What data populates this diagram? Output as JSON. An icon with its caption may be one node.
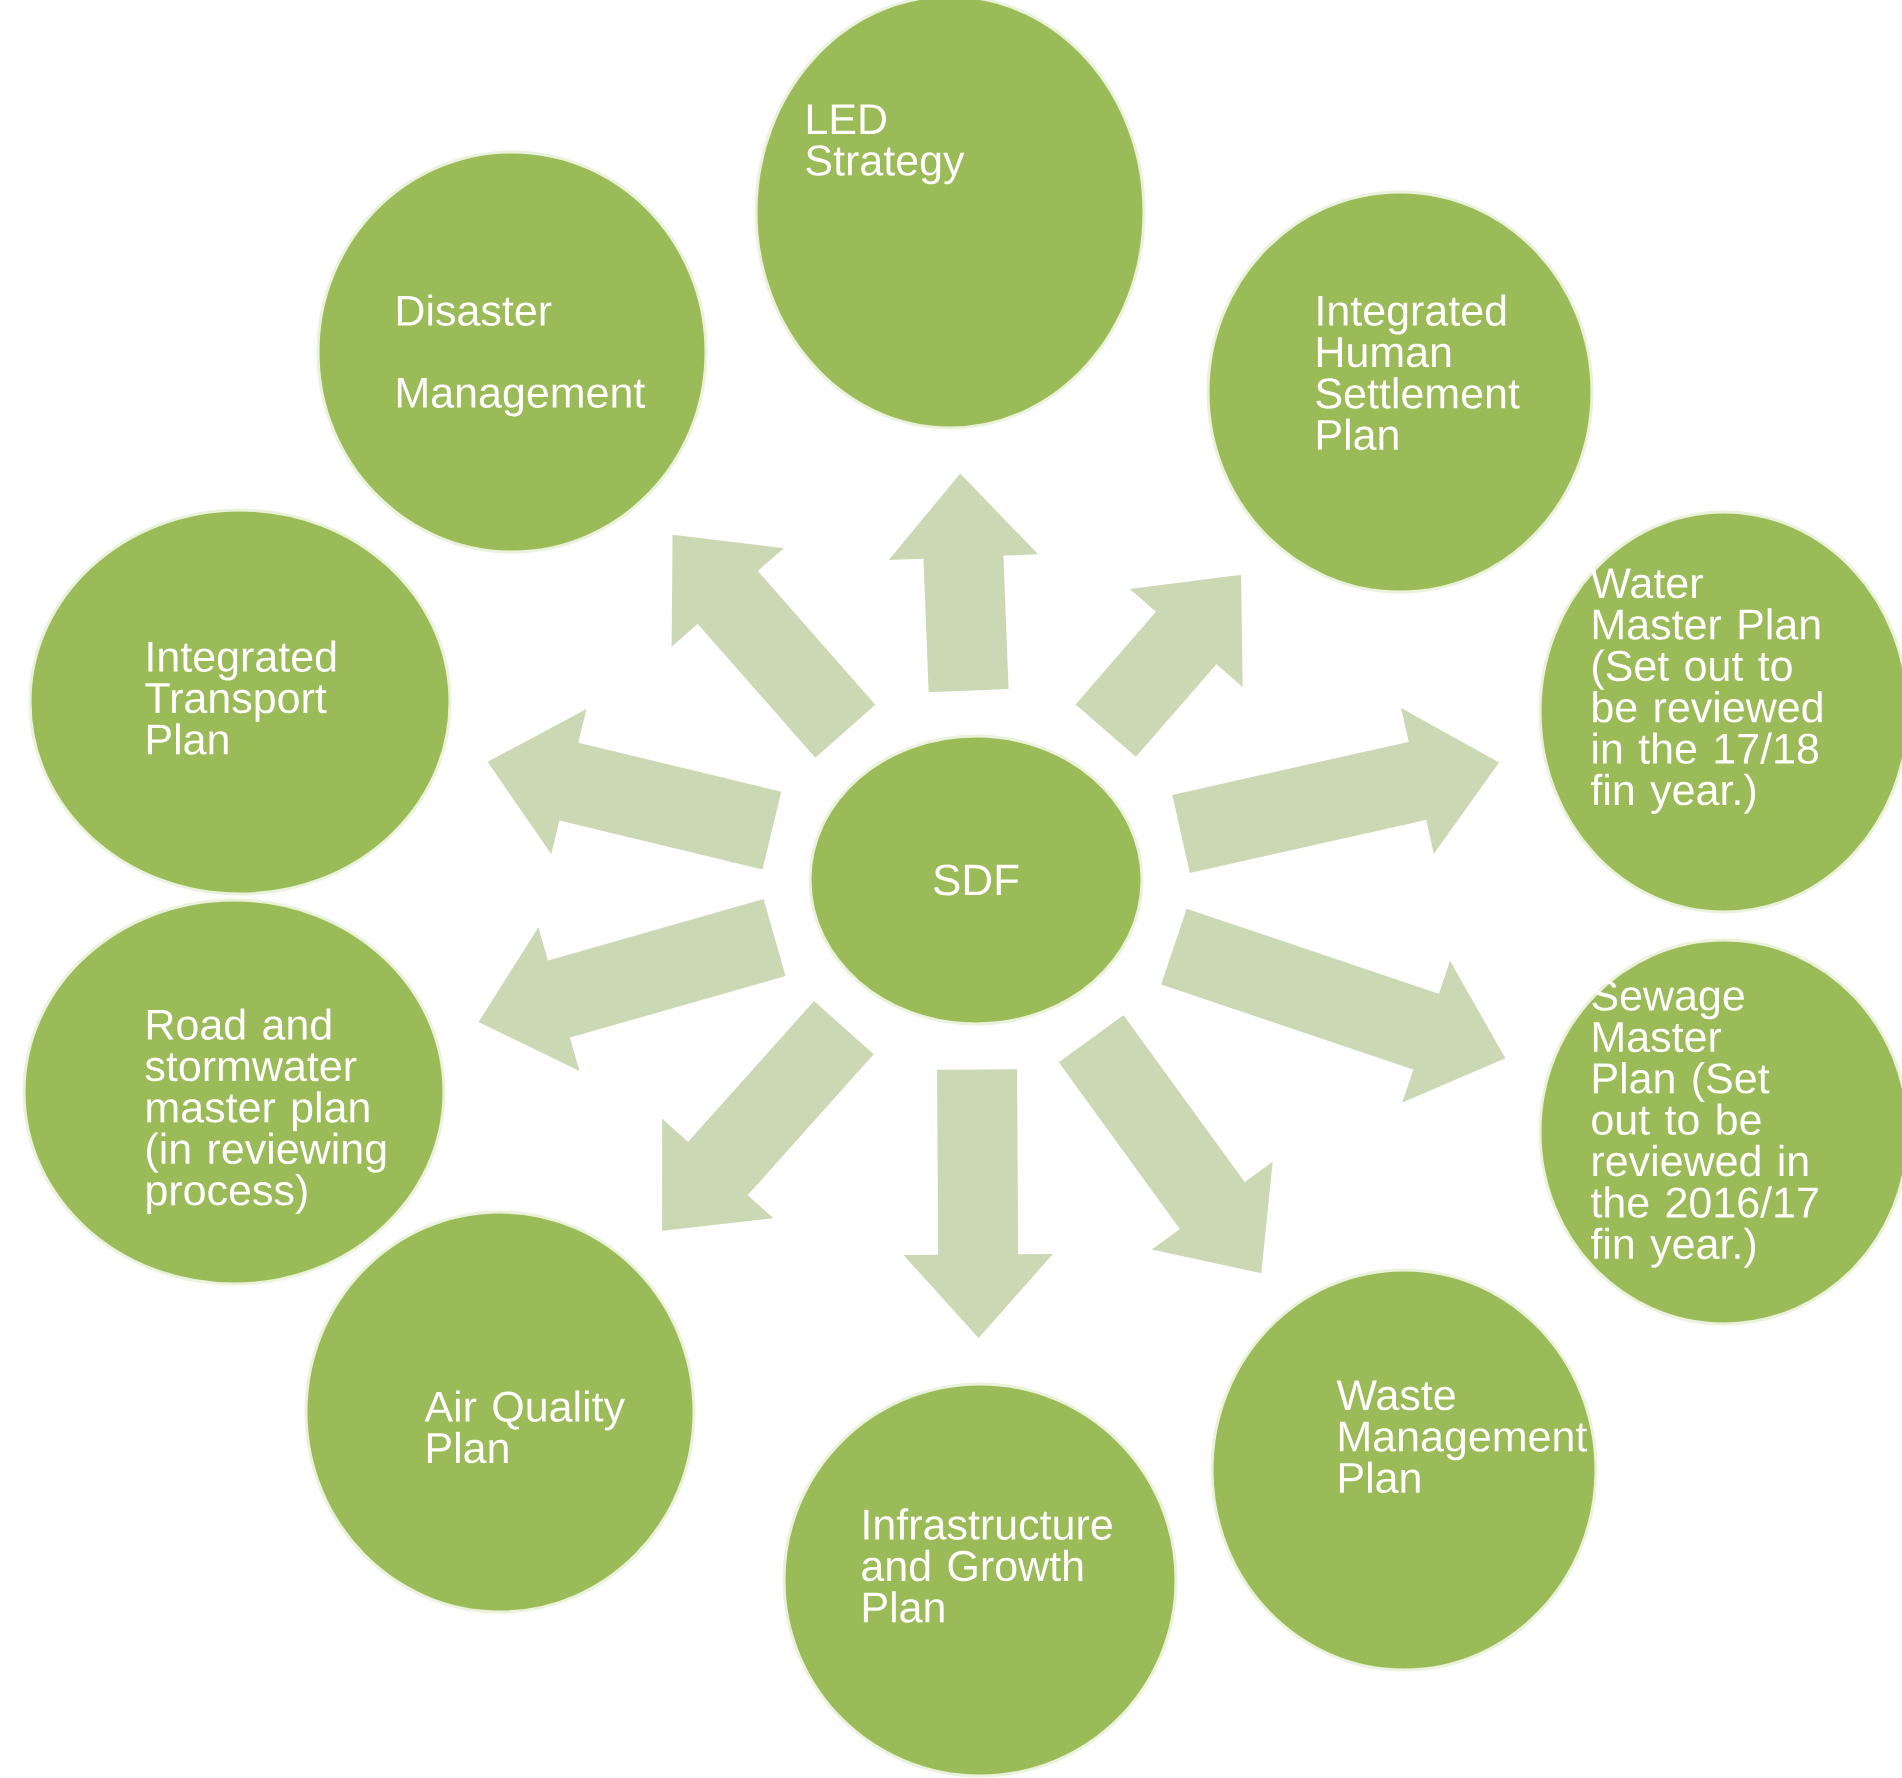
{
  "diagram": {
    "nodes": [
      {
        "text": [
          "SDF"
        ]
      },
      {
        "text": [
          "LED Strategy"
        ]
      },
      {
        "text": [
          "Integrated Human Settlement Plan"
        ]
      },
      {
        "text": [
          "Water Master Plan (Set out to be reviewed in the 17/18 fin year.)"
        ]
      },
      {
        "text": [
          "Sewage Master Plan (Set out to be reviewed in the 2016/17 fin year.)"
        ]
      },
      {
        "text": [
          "Waste Management Plan"
        ]
      },
      {
        "text": [
          "Infrastructure and Growth Plan"
        ]
      },
      {
        "text": [
          "Air Quality Plan"
        ]
      },
      {
        "text": [
          "Road and stormwater master plan (in reviewing process)"
        ]
      },
      {
        "text": [
          "Integrated Transport Plan"
        ]
      },
      {
        "text": [
          "Disaster Management"
        ]
      }
    ],
    "edges": [
      {
        "from": 0,
        "to": 1,
        "arrow": "to"
      },
      {
        "from": 0,
        "to": 2,
        "arrow": "to"
      },
      {
        "from": 0,
        "to": 3,
        "arrow": "to"
      },
      {
        "from": 0,
        "to": 4,
        "arrow": "to"
      },
      {
        "from": 0,
        "to": 5,
        "arrow": "to"
      },
      {
        "from": 0,
        "to": 6,
        "arrow": "to"
      },
      {
        "from": 0,
        "to": 7,
        "arrow": "to"
      },
      {
        "from": 0,
        "to": 8,
        "arrow": "to"
      },
      {
        "from": 0,
        "to": 9,
        "arrow": "to"
      },
      {
        "from": 0,
        "to": 10,
        "arrow": "to"
      }
    ]
  }
}
